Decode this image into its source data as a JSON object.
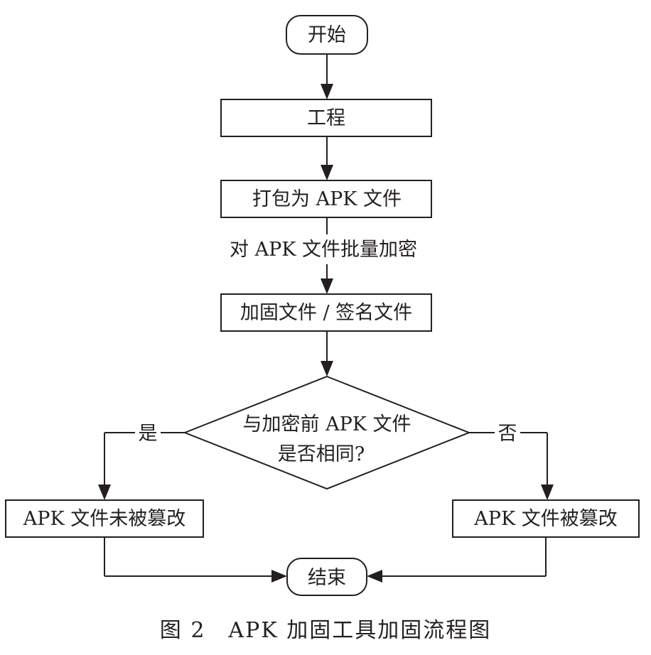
{
  "nodes": {
    "start": "开始",
    "project": "工程",
    "package": "打包为 APK 文件",
    "encrypted": "加固文件 / 签名文件",
    "decision_line1": "与加密前 APK 文件",
    "decision_line2": "是否相同?",
    "not_tampered": "APK 文件未被篡改",
    "tampered": "APK 文件被篡改",
    "end": "结束"
  },
  "edges": {
    "batch_encrypt": "对 APK 文件批量加密",
    "yes": "是",
    "no": "否"
  },
  "caption": "图 2　APK 加固工具加固流程图",
  "colors": {
    "stroke": "#231f20",
    "fill": "#ffffff"
  }
}
